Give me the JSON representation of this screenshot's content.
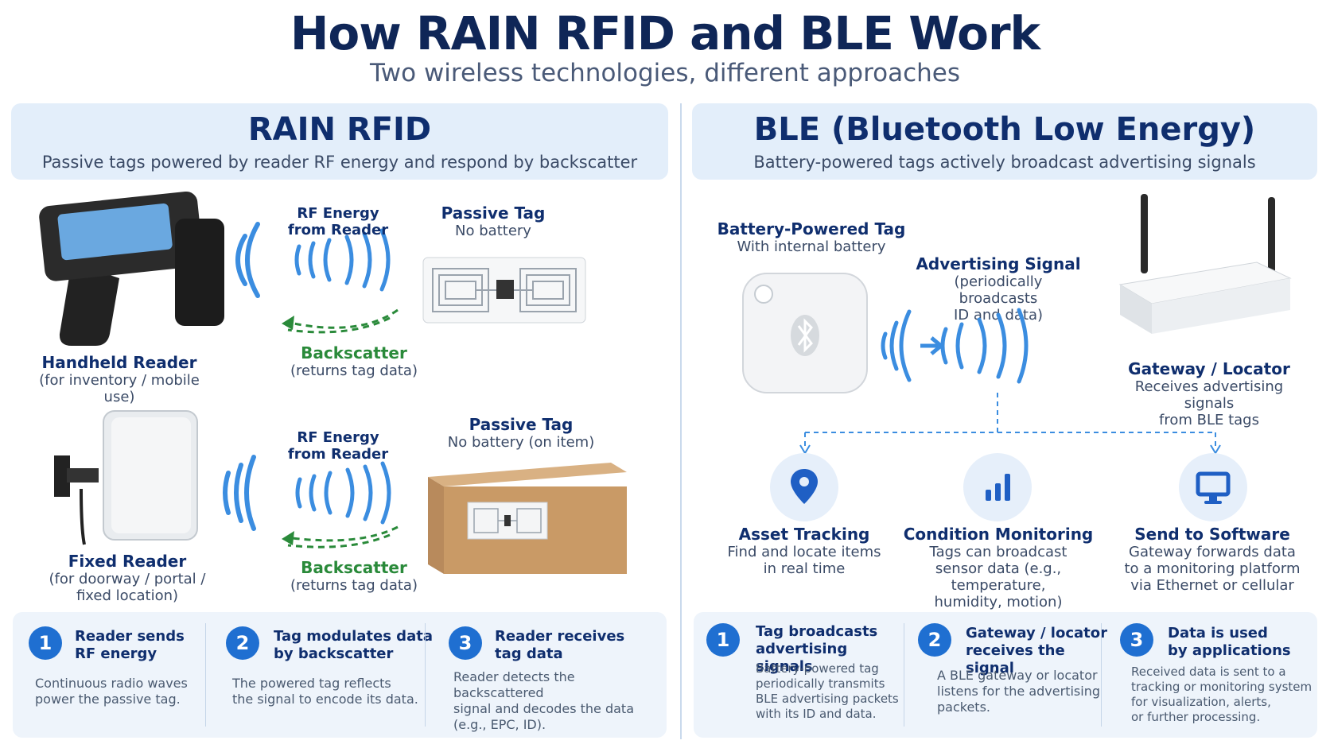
{
  "header": {
    "title": "How RAIN RFID and BLE Work",
    "subtitle": "Two wireless technologies, different approaches"
  },
  "rfid": {
    "title": "RAIN RFID",
    "subtitle": "Passive tags powered by reader RF energy and respond by backscatter",
    "handheld": {
      "reader_title": "Handheld Reader",
      "reader_sub": "(for inventory / mobile use)",
      "rf_line1": "RF Energy",
      "rf_line2": "from Reader",
      "tag_title": "Passive Tag",
      "tag_sub": "No battery",
      "backscatter_title": "Backscatter",
      "backscatter_sub": "(returns tag data)"
    },
    "fixed": {
      "reader_title": "Fixed Reader",
      "reader_sub1": "(for doorway / portal /",
      "reader_sub2": "fixed location)",
      "rf_line1": "RF Energy",
      "rf_line2": "from Reader",
      "tag_title": "Passive Tag",
      "tag_sub": "No battery (on item)",
      "backscatter_title": "Backscatter",
      "backscatter_sub": "(returns tag data)"
    },
    "steps": [
      {
        "num": "1",
        "title1": "Reader sends",
        "title2": "RF energy",
        "desc": [
          "Continuous radio waves",
          "power the passive tag."
        ]
      },
      {
        "num": "2",
        "title1": "Tag modulates data",
        "title2": "by backscatter",
        "desc": [
          "The powered tag reflects",
          "the signal to encode its data."
        ]
      },
      {
        "num": "3",
        "title1": "Reader receives",
        "title2": "tag data",
        "desc": [
          "Reader detects the backscattered",
          "signal and decodes the data",
          "(e.g., EPC, ID)."
        ]
      }
    ]
  },
  "ble": {
    "title": "BLE (Bluetooth Low Energy)",
    "subtitle": "Battery-powered tags actively broadcast advertising signals",
    "tag_title": "Battery-Powered Tag",
    "tag_sub": "With internal battery",
    "signal_title": "Advertising Signal",
    "signal_sub1": "(periodically broadcasts",
    "signal_sub2": "ID and data)",
    "gateway_title": "Gateway / Locator",
    "gateway_sub1": "Receives advertising signals",
    "gateway_sub2": "from BLE tags",
    "uses": [
      {
        "icon": "location-pin-icon",
        "title": "Asset Tracking",
        "desc": [
          "Find and locate items",
          "in real time"
        ]
      },
      {
        "icon": "bar-chart-icon",
        "title": "Condition Monitoring",
        "desc": [
          "Tags can broadcast",
          "sensor data (e.g., temperature,",
          "humidity, motion)"
        ]
      },
      {
        "icon": "monitor-icon",
        "title": "Send to Software",
        "desc": [
          "Gateway forwards data",
          "to a monitoring platform",
          "via Ethernet or cellular"
        ]
      }
    ],
    "steps": [
      {
        "num": "1",
        "title1": "Tag broadcasts",
        "title2": "advertising signals",
        "desc": [
          "Battery-powered tag",
          "periodically transmits",
          "BLE advertising packets",
          "with its ID and data."
        ]
      },
      {
        "num": "2",
        "title1": "Gateway / locator",
        "title2": "receives the signal",
        "desc": [
          "A BLE gateway or locator",
          "listens for the advertising",
          "packets."
        ]
      },
      {
        "num": "3",
        "title1": "Data is used",
        "title2": "by applications",
        "desc": [
          "Received data is sent to a",
          "tracking or monitoring system",
          "for visualization, alerts,",
          "or further processing."
        ]
      }
    ]
  },
  "colors": {
    "primary": "#0f2e6e",
    "accent_blue": "#1f6fd1",
    "wave_blue": "#3b8de0",
    "backscatter_green": "#2a8a3a",
    "panel_bg": "#e3eefa"
  }
}
